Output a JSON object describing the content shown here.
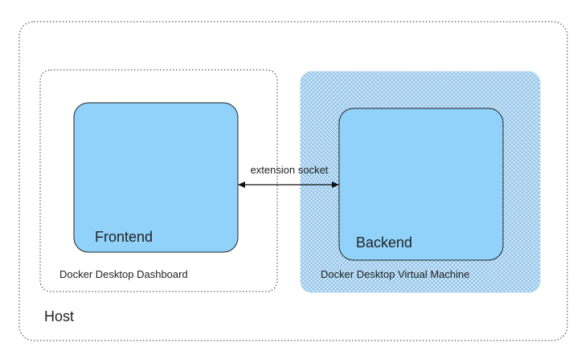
{
  "diagram": {
    "host": {
      "label": "Host"
    },
    "dashboard": {
      "label": "Docker Desktop Dashboard",
      "box_label": "Frontend"
    },
    "vm": {
      "label": "Docker Desktop Virtual Machine",
      "box_label": "Backend"
    },
    "connector": {
      "label": "extension socket"
    }
  },
  "colors": {
    "box_fill": "#91d2fb",
    "box_stroke": "#222222",
    "vm_pattern_fill": "#cfe7f7",
    "vm_pattern_lines": "#7fb8e4",
    "dotted_border": "#333333",
    "text": "#222222"
  }
}
